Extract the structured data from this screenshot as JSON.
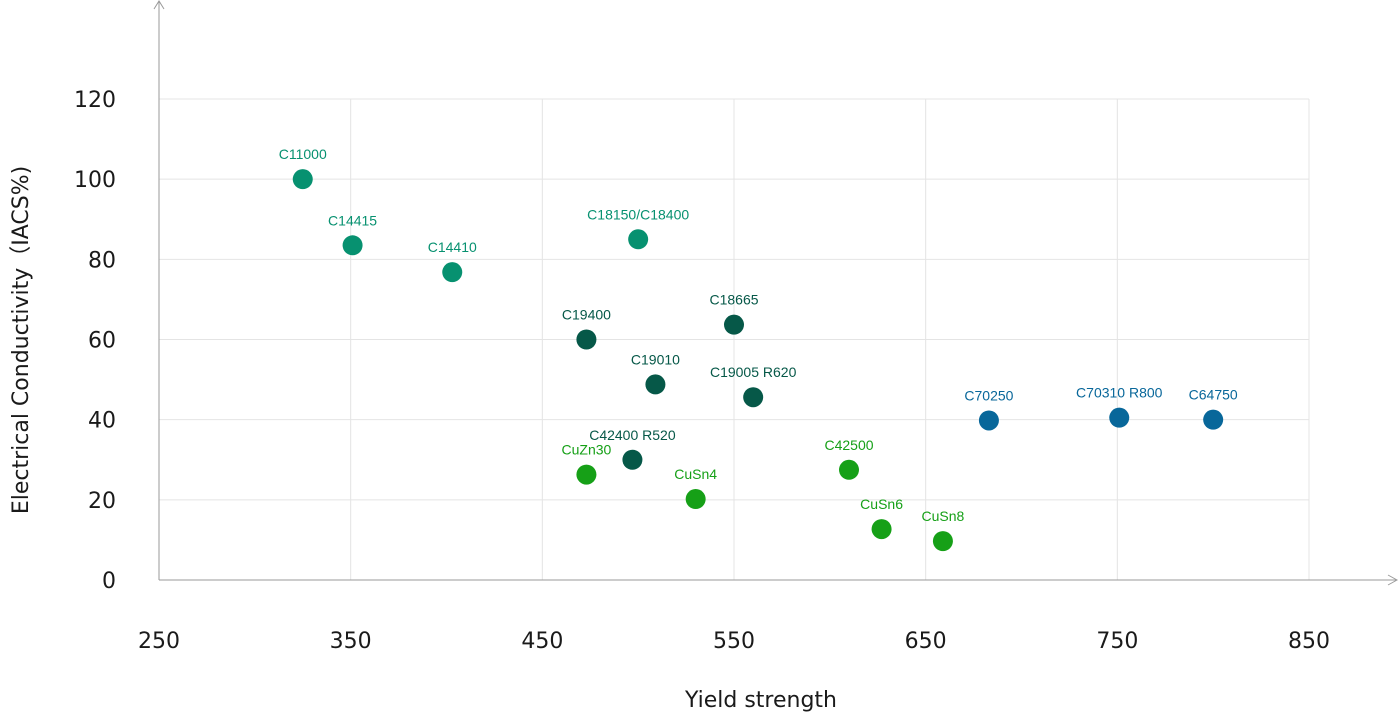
{
  "chart_data": {
    "type": "scatter",
    "title": "",
    "xlabel": "Yield strength",
    "ylabel": "Electrical Conductivity（IACS%)",
    "xlim": [
      250,
      850
    ],
    "ylim": [
      0,
      120
    ],
    "x_ticks": [
      250,
      350,
      450,
      550,
      650,
      750,
      850
    ],
    "y_ticks": [
      0,
      20,
      40,
      60,
      80,
      100,
      120
    ],
    "grid": true,
    "legend": "none",
    "colors": {
      "teal": "#079170",
      "dark": "#065848",
      "green": "#16a017",
      "blue": "#08679a"
    },
    "points": [
      {
        "label": "C11000",
        "x": 325,
        "y": 100,
        "color": "teal"
      },
      {
        "label": "C14415",
        "x": 351,
        "y": 83.5,
        "color": "teal"
      },
      {
        "label": "C14410",
        "x": 403,
        "y": 76.8,
        "color": "teal"
      },
      {
        "label": "C18150/C18400",
        "x": 500,
        "y": 85,
        "color": "teal"
      },
      {
        "label": "C19400",
        "x": 473,
        "y": 60,
        "color": "dark"
      },
      {
        "label": "C18665",
        "x": 550,
        "y": 63.7,
        "color": "dark"
      },
      {
        "label": "C19010",
        "x": 509,
        "y": 48.8,
        "color": "dark"
      },
      {
        "label": "C19005 R620",
        "x": 560,
        "y": 45.6,
        "color": "dark"
      },
      {
        "label": "C42400 R520",
        "x": 497,
        "y": 30,
        "color": "dark"
      },
      {
        "label": "CuZn30",
        "x": 473,
        "y": 26.3,
        "color": "green"
      },
      {
        "label": "CuSn4",
        "x": 530,
        "y": 20.2,
        "color": "green"
      },
      {
        "label": "C42500",
        "x": 610,
        "y": 27.5,
        "color": "green"
      },
      {
        "label": "CuSn6",
        "x": 627,
        "y": 12.7,
        "color": "green"
      },
      {
        "label": "CuSn8",
        "x": 659,
        "y": 9.7,
        "color": "green"
      },
      {
        "label": "C70250",
        "x": 683,
        "y": 39.8,
        "color": "blue"
      },
      {
        "label": "C70310 R800",
        "x": 751,
        "y": 40.5,
        "color": "blue"
      },
      {
        "label": "C64750",
        "x": 800,
        "y": 40,
        "color": "blue"
      }
    ]
  }
}
